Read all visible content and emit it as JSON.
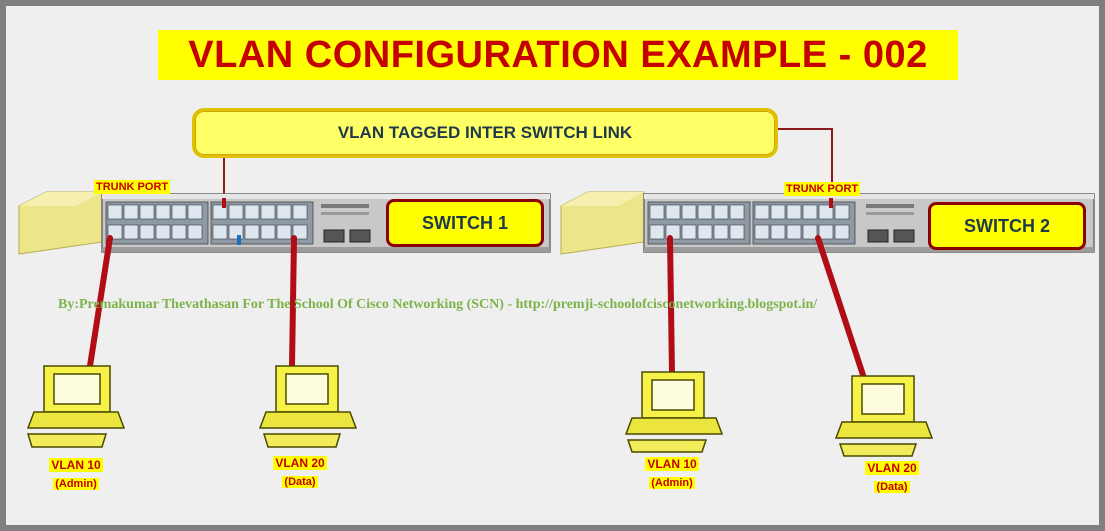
{
  "title": "VLAN CONFIGURATION EXAMPLE - 002",
  "trunk_link_label": "VLAN TAGGED INTER SWITCH LINK",
  "credit": "By:Premakumar Thevathasan For The School Of Cisco Networking (SCN) - http://premji-schoolofcisconetworking.blogspot.in/",
  "switches": [
    {
      "name": "SWITCH 1",
      "trunk_port_label": "TRUNK PORT"
    },
    {
      "name": "SWITCH 2",
      "trunk_port_label": "TRUNK PORT"
    }
  ],
  "hosts": [
    {
      "vlan": "VLAN 10",
      "role": "(Admin)"
    },
    {
      "vlan": "VLAN 20",
      "role": "(Data)"
    },
    {
      "vlan": "VLAN 10",
      "role": "(Admin)"
    },
    {
      "vlan": "VLAN 20",
      "role": "(Data)"
    }
  ],
  "colors": {
    "cable": "#b00d16",
    "trunk_line": "#8b1a1a",
    "highlight": "#ffff00",
    "title_text": "#c40000",
    "credit_text": "#7cb34a"
  }
}
